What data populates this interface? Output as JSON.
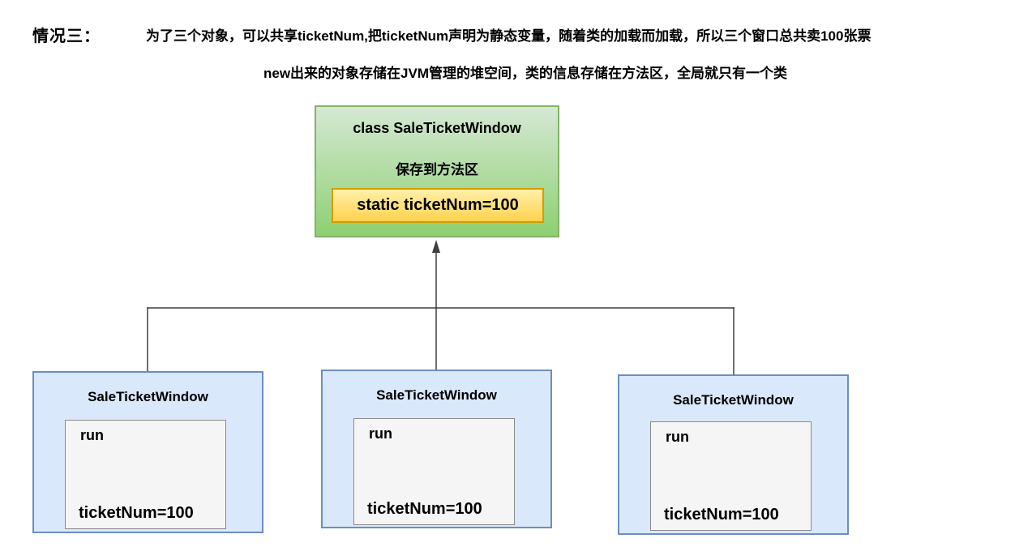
{
  "header": {
    "case_label": "情况三：",
    "line1": "为了三个对象，可以共享ticketNum,把ticketNum声明为静态变量，随着类的加载而加载，所以三个窗口总共卖100张票",
    "line2": "new出来的对象存储在JVM管理的堆空间，类的信息存储在方法区，全局就只有一个类"
  },
  "class_box": {
    "title": "class SaleTicketWindow",
    "subtitle": "保存到方法区",
    "static_field": "static ticketNum=100"
  },
  "instances": [
    {
      "title": "SaleTicketWindow",
      "method": "run",
      "field": "ticketNum=100"
    },
    {
      "title": "SaleTicketWindow",
      "method": "run",
      "field": "ticketNum=100"
    },
    {
      "title": "SaleTicketWindow",
      "method": "run",
      "field": "ticketNum=100"
    }
  ],
  "colors": {
    "class_box_fill_top": "#d5e8d4",
    "class_box_fill_bottom": "#8ed072",
    "class_box_border": "#82b366",
    "static_box_fill_top": "#fff0a9",
    "static_box_fill_bottom": "#ffd24d",
    "static_box_border": "#d79b00",
    "instance_fill": "#dae8fc",
    "instance_border": "#6c8ebf",
    "method_fill": "#f5f5f5",
    "method_border": "#8a8a8a",
    "connector": "#3f3f3f",
    "text": "#000000"
  }
}
